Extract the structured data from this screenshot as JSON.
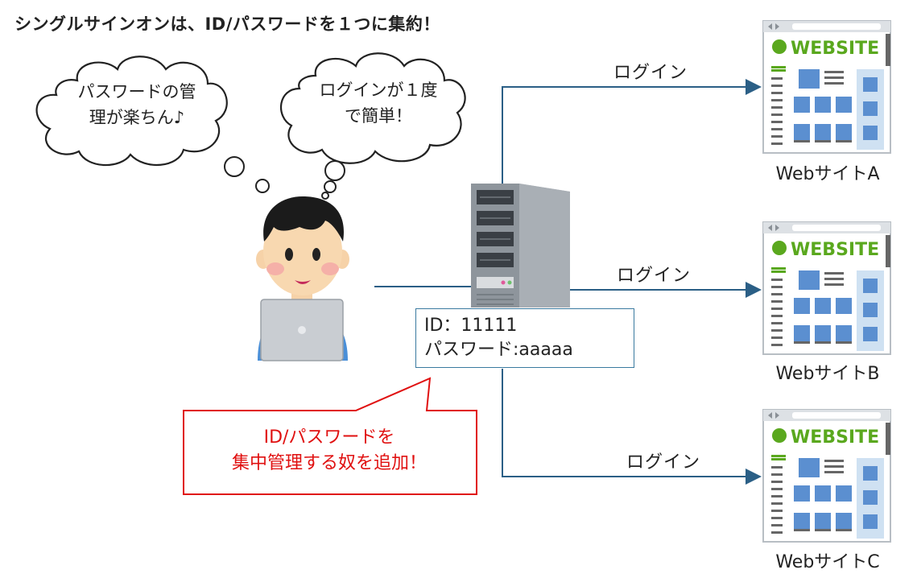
{
  "title": "シングルサインオンは、ID/パスワードを１つに集約！",
  "thoughts": {
    "left_line1": "パスワードの管",
    "left_line2": "理が楽ちん♪",
    "right_line1": "ログインが１度",
    "right_line2": "で簡単！"
  },
  "credentials": {
    "id_line": "ID：11111",
    "password_line": "パスワード:aaaaa"
  },
  "callout": {
    "line1": "ID/パスワードを",
    "line2": "集中管理する奴を追加！"
  },
  "login_labels": [
    "ログイン",
    "ログイン",
    "ログイン"
  ],
  "sites": [
    {
      "logo": "WEBSITE",
      "caption": "WebサイトA"
    },
    {
      "logo": "WEBSITE",
      "caption": "WebサイトB"
    },
    {
      "logo": "WEBSITE",
      "caption": "WebサイトC"
    }
  ],
  "colors": {
    "line": "#2b5f86",
    "callout_border": "#e01010",
    "callout_text": "#e01010",
    "site_green": "#5aa81e",
    "site_blue": "#5b8fd0"
  }
}
